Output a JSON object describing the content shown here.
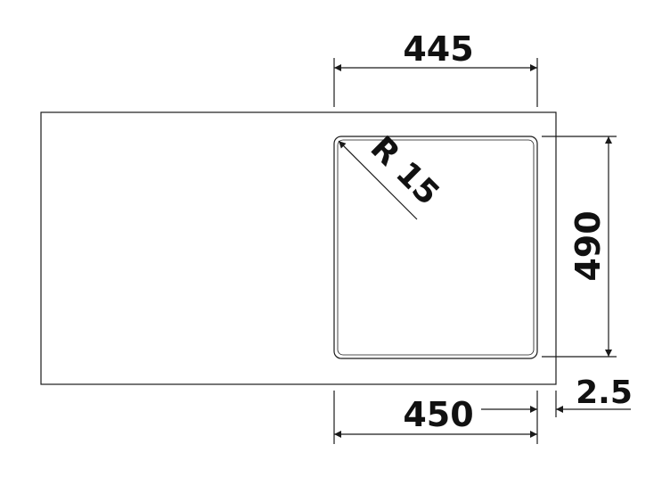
{
  "drawing": {
    "top_dimension": "445",
    "bottom_dimension": "450",
    "side_dimension": "490",
    "radius_label": "R 15",
    "offset_dimension": "2.5"
  },
  "colors": {
    "line": "#1a1a1a",
    "text": "#111111",
    "background": "#ffffff"
  }
}
